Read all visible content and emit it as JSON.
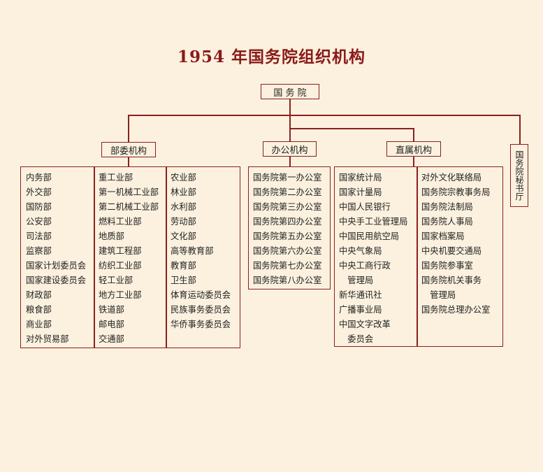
{
  "title": "1954 年国务院组织机构",
  "root": "国 务 院",
  "branches": {
    "ministries": {
      "label": "部委机构",
      "columns": [
        [
          "内务部",
          "外交部",
          "国防部",
          "公安部",
          "司法部",
          "监察部",
          "国家计划委员会",
          "国家建设委员会",
          "财政部",
          "粮食部",
          "商业部",
          "对外贸易部"
        ],
        [
          "重工业部",
          "第一机械工业部",
          "第二机械工业部",
          "燃料工业部",
          "地质部",
          "建筑工程部",
          "纺织工业部",
          "轻工业部",
          "地方工业部",
          "铁道部",
          "邮电部",
          "交通部"
        ],
        [
          "农业部",
          "林业部",
          "水利部",
          "劳动部",
          "文化部",
          "高等教育部",
          "教育部",
          "卫生部",
          "体育运动委员会",
          "民族事务委员会",
          "华侨事务委员会"
        ]
      ]
    },
    "offices": {
      "label": "办公机构",
      "items": [
        "国务院第一办公室",
        "国务院第二办公室",
        "国务院第三办公室",
        "国务院第四办公室",
        "国务院第五办公室",
        "国务院第六办公室",
        "国务院第七办公室",
        "国务院第八办公室"
      ]
    },
    "direct": {
      "label": "直属机构",
      "columns": [
        [
          "国家统计局",
          "国家计量局",
          "中国人民银行",
          "中央手工业管理局",
          "中国民用航空局",
          "中央气象局",
          "中央工商行政",
          "　管理局",
          "新华通讯社",
          "广播事业局",
          "中国文字改革",
          "　委员会"
        ],
        [
          "对外文化联络局",
          "国务院宗教事务局",
          "国务院法制局",
          "国务院人事局",
          "国家档案局",
          "中央机要交通局",
          "国务院参事室",
          "国务院机关事务",
          "　管理局",
          "国务院总理办公室"
        ]
      ]
    },
    "secretariat": {
      "label": "国务院秘书厅"
    }
  }
}
